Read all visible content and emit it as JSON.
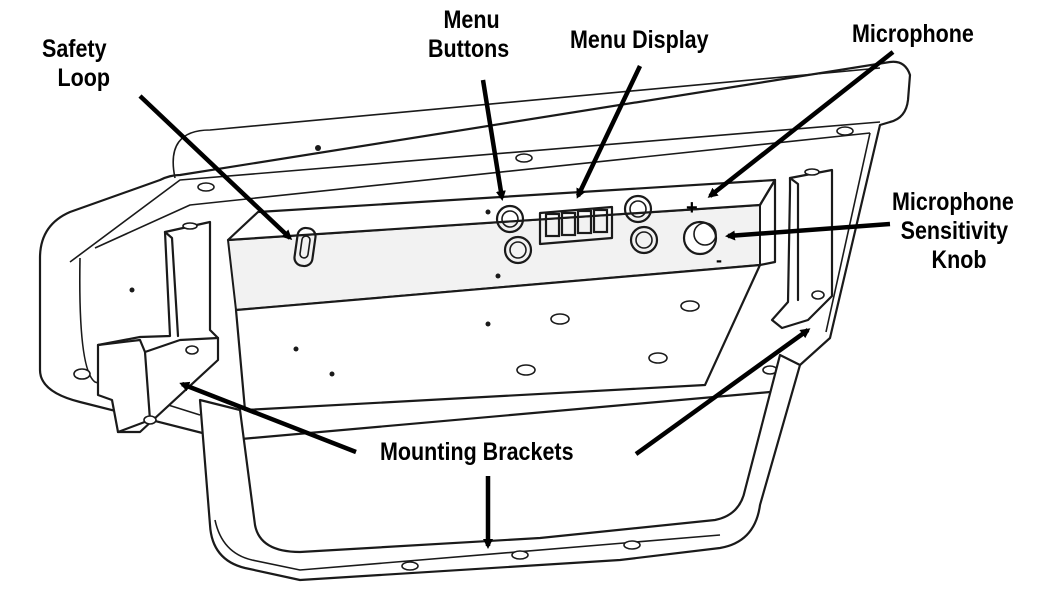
{
  "callouts": {
    "safety_loop": [
      "Safety",
      "Loop"
    ],
    "menu_buttons": [
      "Menu",
      "Buttons"
    ],
    "menu_display": "Menu Display",
    "microphone": "Microphone",
    "microphone_sensitivity_knob": [
      "Microphone",
      "Sensitivity",
      "Knob"
    ],
    "mounting_brackets": "Mounting Brackets"
  },
  "knob_marks": {
    "plus": "+",
    "minus": "-"
  }
}
